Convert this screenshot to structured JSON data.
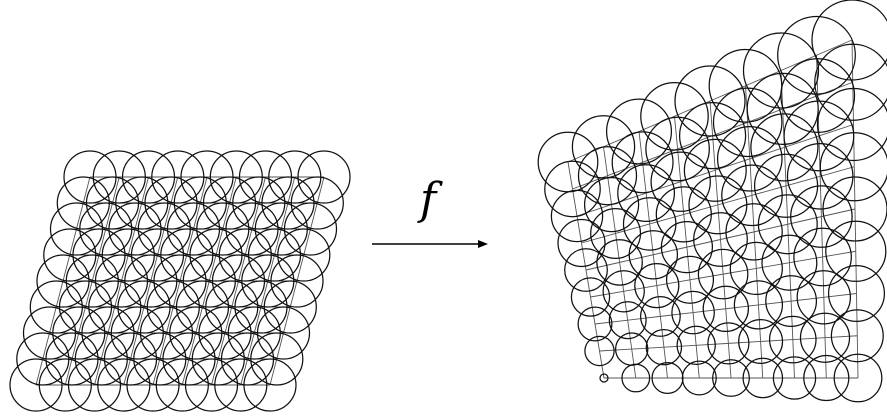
{
  "map_label": "f",
  "source_pattern": {
    "grid_rows": 8,
    "grid_cols": 8,
    "circles_per_vertex": true
  },
  "target_pattern": {
    "grid_rows": 8,
    "grid_cols": 8,
    "circles_per_vertex": true
  },
  "colors": {
    "stroke": "#111111",
    "grid": "#555555",
    "background": "#ffffff"
  }
}
